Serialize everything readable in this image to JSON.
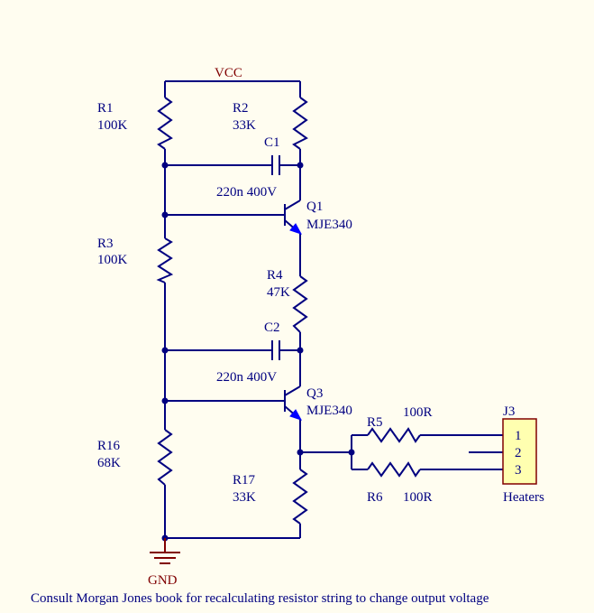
{
  "power": {
    "vcc": "VCC",
    "gnd": "GND"
  },
  "components": {
    "r1": {
      "ref": "R1",
      "value": "100K"
    },
    "r2": {
      "ref": "R2",
      "value": "33K"
    },
    "r3": {
      "ref": "R3",
      "value": "100K"
    },
    "r4": {
      "ref": "R4",
      "value": "47K"
    },
    "r5": {
      "ref": "R5",
      "value": "100R"
    },
    "r6": {
      "ref": "R6",
      "value": "100R"
    },
    "r16": {
      "ref": "R16",
      "value": "68K"
    },
    "r17": {
      "ref": "R17",
      "value": "33K"
    },
    "c1": {
      "ref": "C1",
      "value": "220n 400V"
    },
    "c2": {
      "ref": "C2",
      "value": "220n 400V"
    },
    "q1": {
      "ref": "Q1",
      "value": "MJE340"
    },
    "q3": {
      "ref": "Q3",
      "value": "MJE340"
    },
    "j3": {
      "ref": "J3",
      "value": "Heaters",
      "pins": [
        "1",
        "2",
        "3"
      ]
    }
  },
  "note": "Consult Morgan Jones book for recalculating resistor string to change output voltage",
  "colors": {
    "wire": "#000080",
    "power": "#800000",
    "arrow": "#0000FF",
    "background": "#FFFDF0",
    "connector": "#FFFFB0"
  }
}
